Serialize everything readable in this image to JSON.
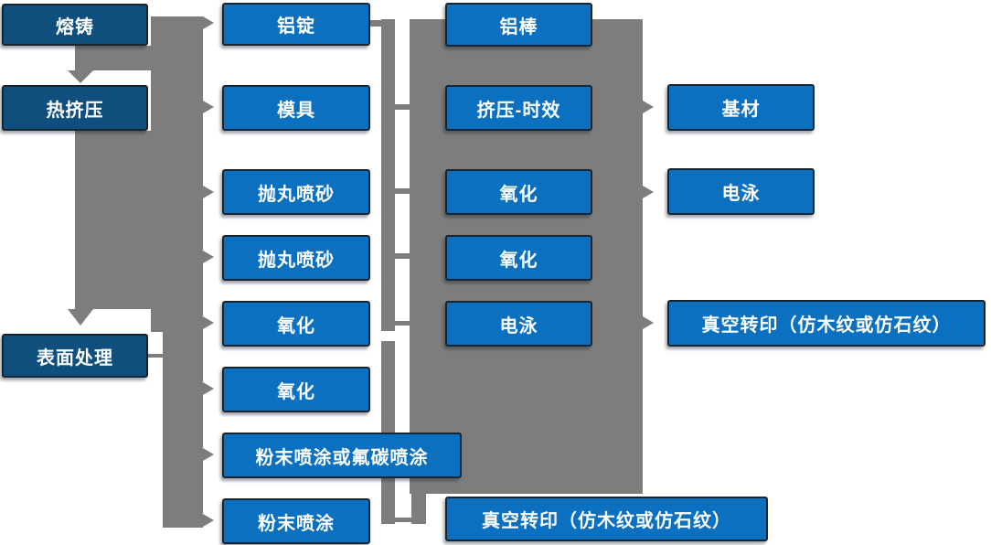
{
  "colors": {
    "box_blue": "#0a70bf",
    "box_navy": "#104e7e",
    "connector_gray": "#7d7d7d",
    "box_border": "#182430",
    "text_color": "#ffffff",
    "background": "#ffffff"
  },
  "nodes": {
    "col1": [
      {
        "label": "熔铸"
      },
      {
        "label": "热挤压"
      },
      {
        "label": "表面处理"
      }
    ],
    "col2": [
      {
        "label": "铝锭"
      },
      {
        "label": "模具"
      },
      {
        "label": "抛丸喷砂"
      },
      {
        "label": "抛丸喷砂"
      },
      {
        "label": "氧化"
      },
      {
        "label": "氧化"
      },
      {
        "label": "粉末喷涂或氟碳喷涂"
      },
      {
        "label": "粉末喷涂"
      }
    ],
    "col3": [
      {
        "label": "铝棒"
      },
      {
        "label": "挤压-时效"
      },
      {
        "label": "氧化"
      },
      {
        "label": "氧化"
      },
      {
        "label": "电泳"
      },
      {
        "label": "真空转印（仿木纹或仿石纹）"
      }
    ],
    "col4": [
      {
        "label": "基材"
      },
      {
        "label": "电泳"
      },
      {
        "label": "真空转印（仿木纹或仿石纹）"
      }
    ]
  },
  "arrows": {
    "down_arrow_targets": [
      "热挤压",
      "表面处理"
    ],
    "left_band_arrow_targets": [
      "铝锭",
      "模具",
      "抛丸喷砂",
      "抛丸喷砂",
      "氧化",
      "氧化",
      "粉末喷涂或氟碳喷涂",
      "粉末喷涂"
    ],
    "right_band_arrow_targets": [
      "基材",
      "电泳",
      "真空转印（仿木纹或仿石纹）"
    ]
  }
}
